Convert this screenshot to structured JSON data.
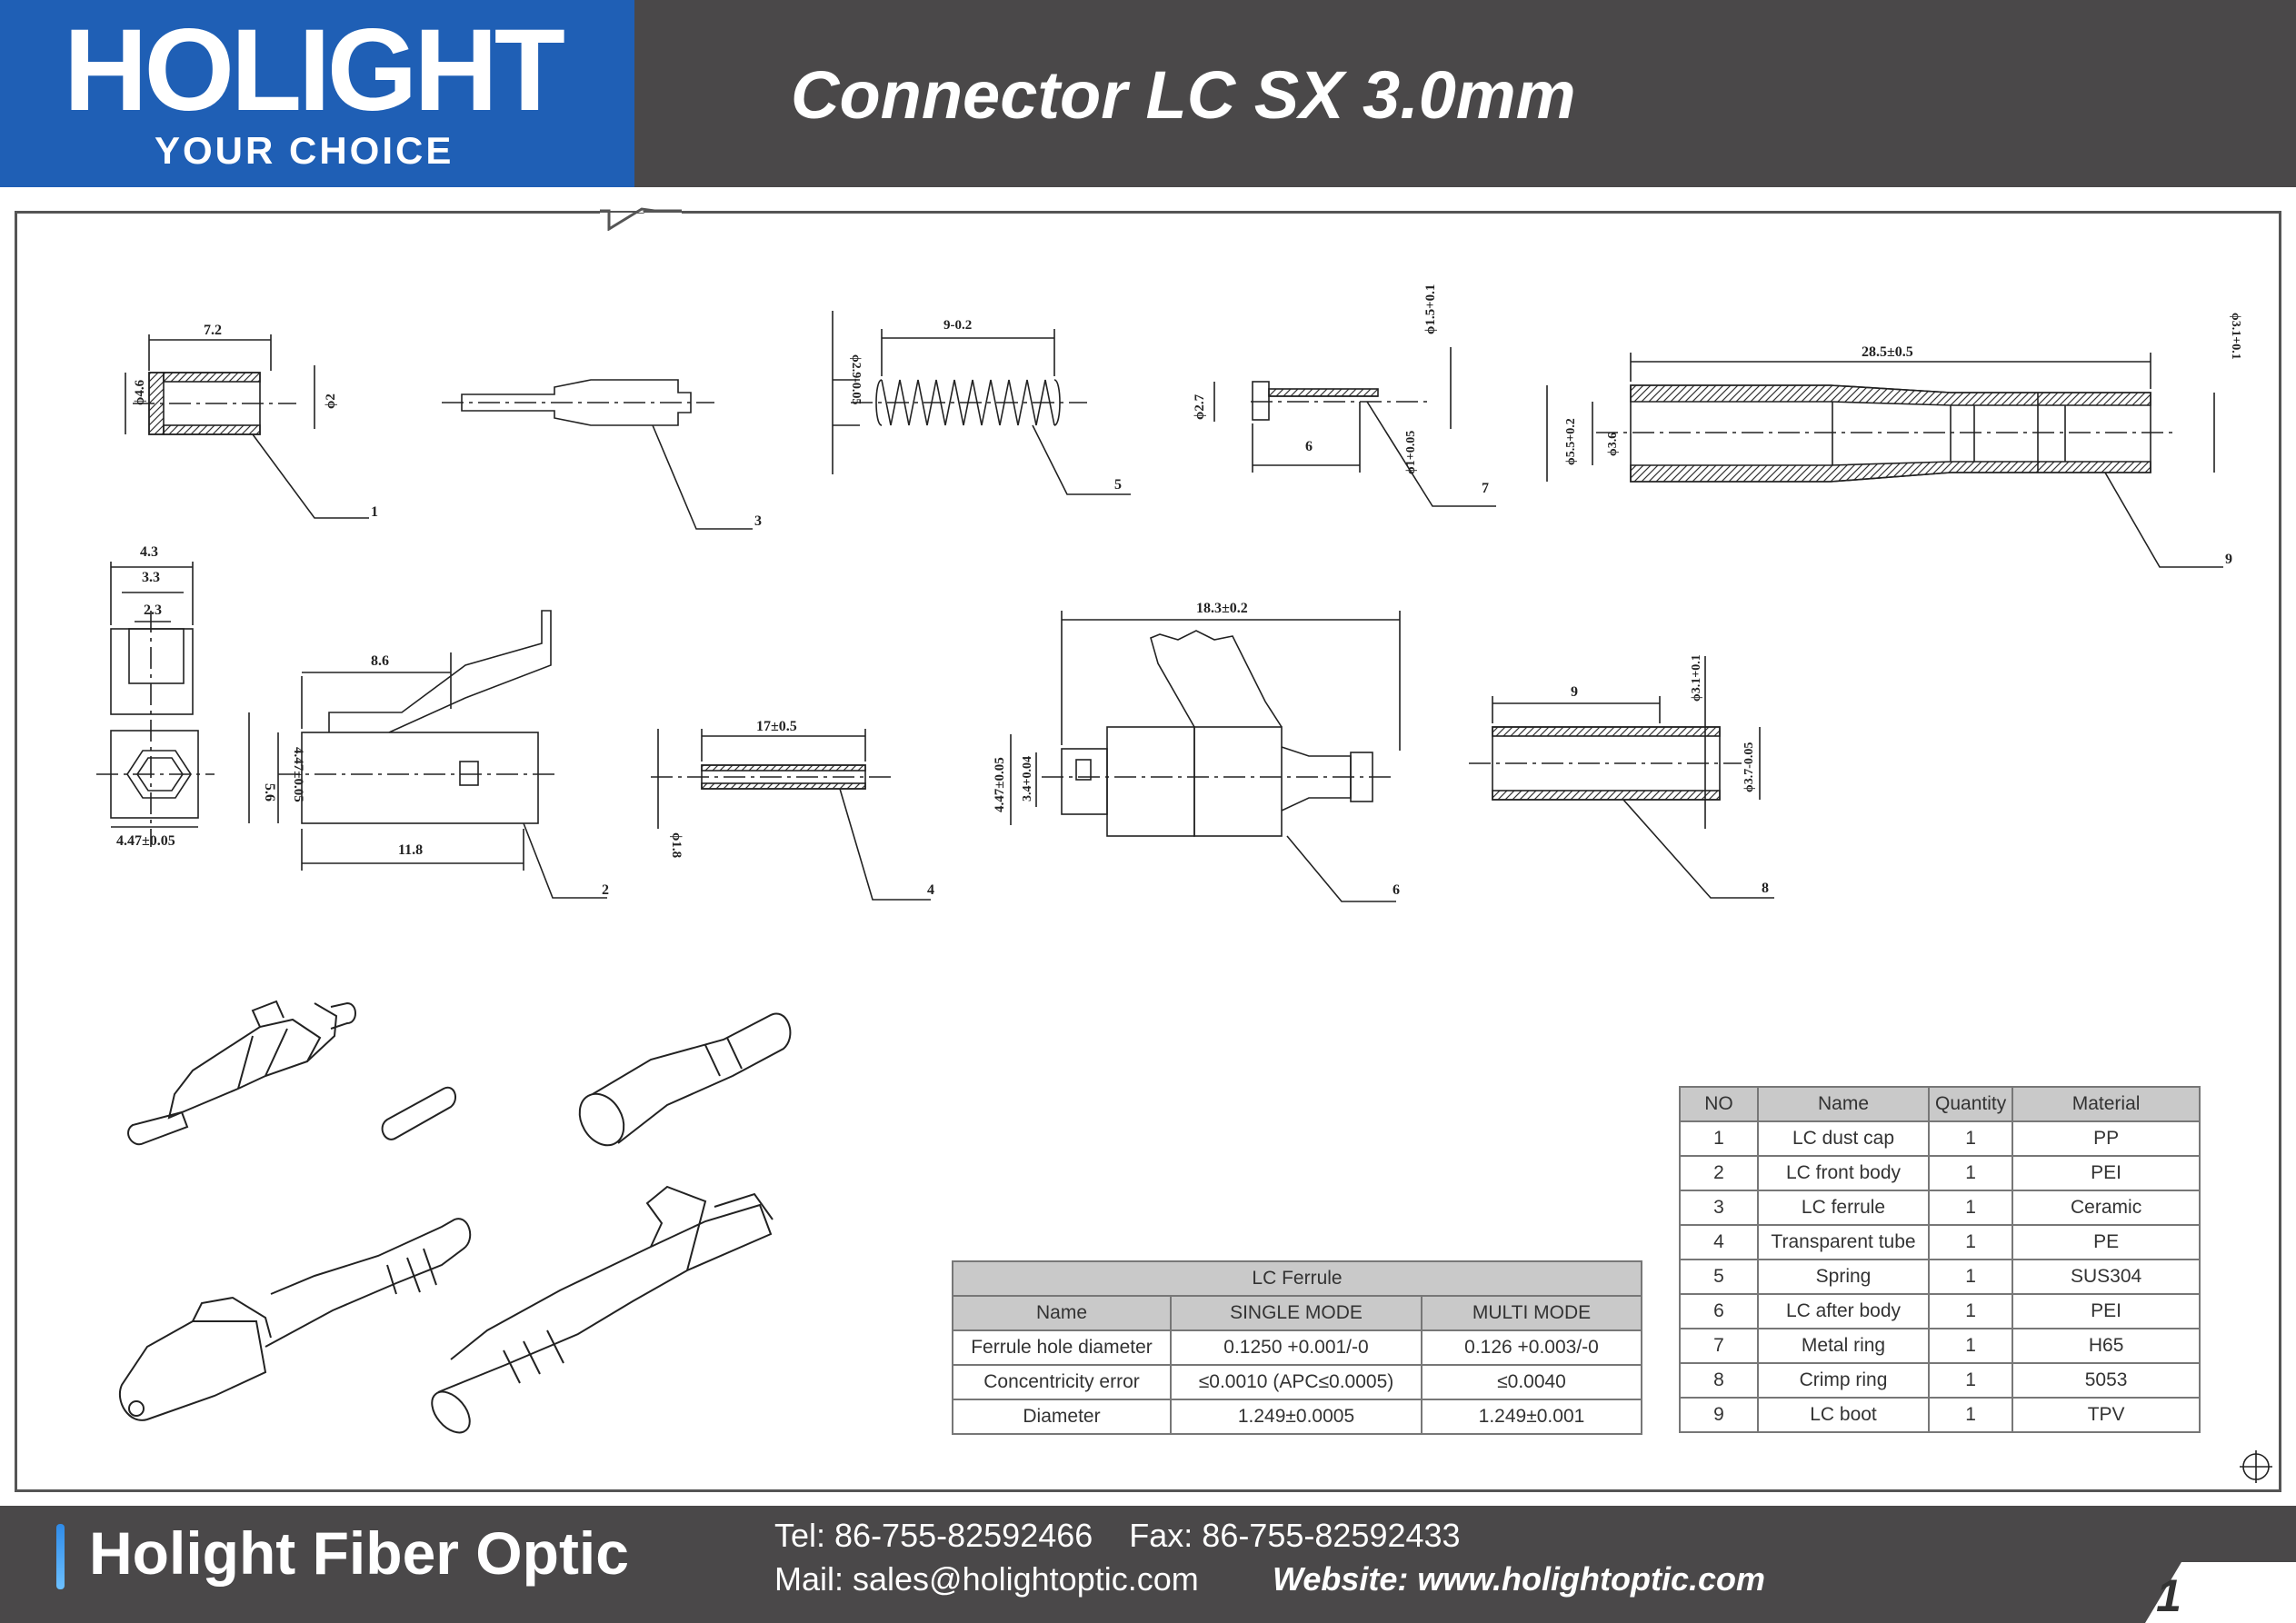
{
  "header": {
    "logo_main": "HOLIGHT",
    "logo_sub": "YOUR CHOICE",
    "title": "Connector LC SX 3.0mm"
  },
  "dimensions": {
    "p1_len": "7.2",
    "p1_dia_a": "ϕ4.6",
    "p1_dia_b": "ϕ2",
    "p5_len": "9-0.2",
    "p5_dia": "ϕ2.9-0.05",
    "p7_dia_top": "ϕ1.5+0.1",
    "p7_dia_left": "ϕ2.7",
    "p7_len": "6",
    "p7_dia_bot": "ϕ1+0.05",
    "p9_len": "28.5±0.5",
    "p9_dia_right": "ϕ3.1+0.1",
    "p9_dia_a": "ϕ5.5+0.2",
    "p9_dia_b": "ϕ3.6",
    "front_w1": "4.3",
    "front_w2": "3.3",
    "front_w3": "2.3",
    "front_w4": "4.47±0.05",
    "p2_latch": "8.6",
    "p2_h1": "5.6",
    "p2_h2": "4.47±0.05",
    "p2_len": "11.8",
    "p4_len": "17±0.5",
    "p4_dia": "ϕ1.8",
    "p6_len": "18.3±0.2",
    "p6_h1": "4.47±0.05",
    "p6_h2": "3.4+0.04",
    "p8_len": "9",
    "p8_dia_top": "ϕ3.1+0.1",
    "p8_dia_right": "ϕ3.7-0.05"
  },
  "callouts": [
    "1",
    "2",
    "3",
    "4",
    "5",
    "6",
    "7",
    "8",
    "9"
  ],
  "ferrule_table": {
    "caption": "LC Ferrule",
    "headers": [
      "Name",
      "SINGLE MODE",
      "MULTI MODE"
    ],
    "rows": [
      [
        "Ferrule hole diameter",
        "0.1250 +0.001/-0",
        "0.126 +0.003/-0"
      ],
      [
        "Concentricity error",
        "≤0.0010 (APC≤0.0005)",
        "≤0.0040"
      ],
      [
        "Diameter",
        "1.249±0.0005",
        "1.249±0.001"
      ]
    ]
  },
  "parts_table": {
    "headers": [
      "NO",
      "Name",
      "Quantity",
      "Material"
    ],
    "rows": [
      [
        "1",
        "LC dust cap",
        "1",
        "PP"
      ],
      [
        "2",
        "LC front body",
        "1",
        "PEI"
      ],
      [
        "3",
        "LC ferrule",
        "1",
        "Ceramic"
      ],
      [
        "4",
        "Transparent tube",
        "1",
        "PE"
      ],
      [
        "5",
        "Spring",
        "1",
        "SUS304"
      ],
      [
        "6",
        "LC after body",
        "1",
        "PEI"
      ],
      [
        "7",
        "Metal ring",
        "1",
        "H65"
      ],
      [
        "8",
        "Crimp ring",
        "1",
        "5053"
      ],
      [
        "9",
        "LC boot",
        "1",
        "TPV"
      ]
    ]
  },
  "footer": {
    "brand": "Holight Fiber Optic",
    "tel": "Tel: 86-755-82592466    Fax: 86-755-82592433",
    "mail": "Mail: sales@holightoptic.com",
    "website": "Website: www.holightoptic.com",
    "page": "1"
  },
  "colors": {
    "header_bg": "#4a4849",
    "logo_bg": "#1f5fb5",
    "table_header": "#c9c9c9"
  }
}
